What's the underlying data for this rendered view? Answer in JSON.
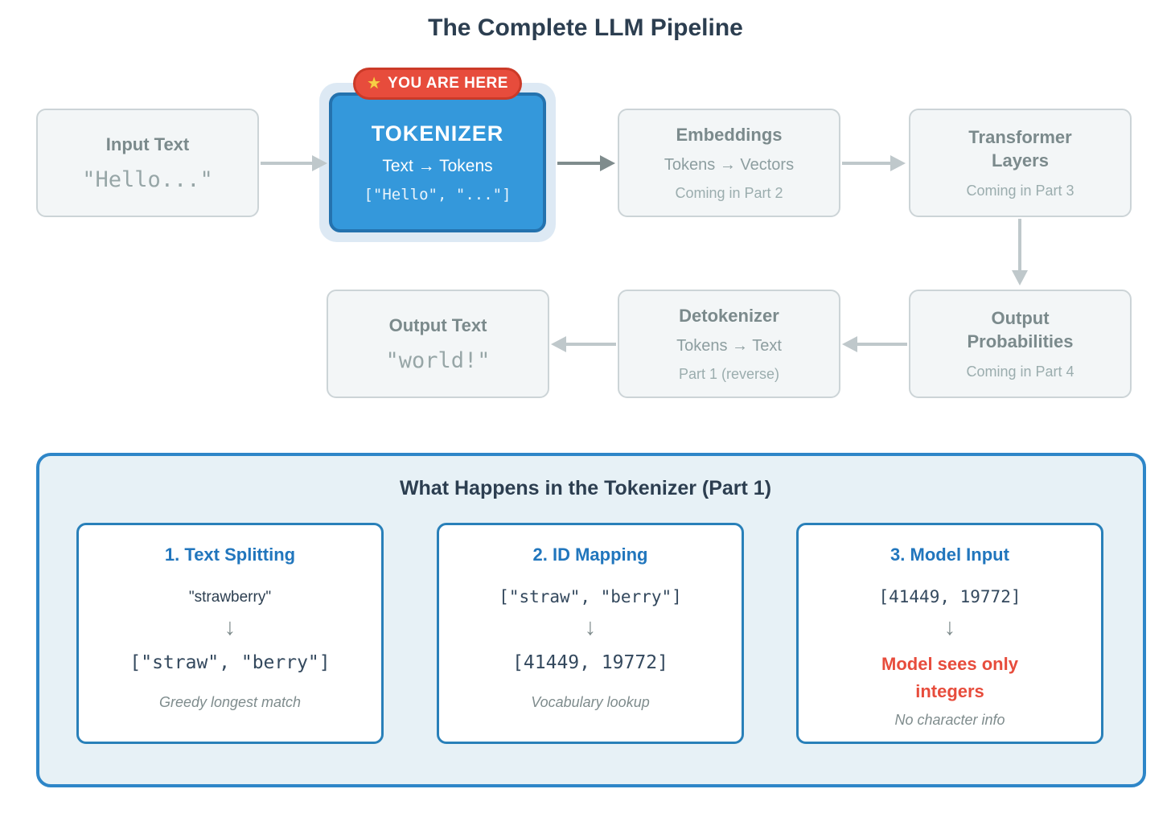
{
  "title": "The Complete LLM Pipeline",
  "glyphs": {
    "star": "★",
    "down_arrow": "↓"
  },
  "badge": {
    "label": "YOU ARE HERE"
  },
  "pipeline": {
    "input_text": {
      "title": "Input Text",
      "code": "\"Hello...\""
    },
    "tokenizer": {
      "title": "TOKENIZER",
      "subtitle": "Text → Tokens",
      "code": "[\"Hello\", \"...\"]"
    },
    "embeddings": {
      "title": "Embeddings",
      "subtitle": "Tokens → Vectors",
      "note": "Coming in Part 2"
    },
    "transformer_layers": {
      "title": "Transformer Layers",
      "note": "Coming in Part 3"
    },
    "output_probabilities": {
      "title": "Output Probabilities",
      "note": "Coming in Part 4"
    },
    "detokenizer": {
      "title": "Detokenizer",
      "subtitle": "Tokens → Text",
      "note": "Part 1 (reverse)"
    },
    "output_text": {
      "title": "Output Text",
      "code": "\"world!\""
    }
  },
  "tokenizer_panel": {
    "title": "What Happens in the Tokenizer (Part 1)",
    "steps": [
      {
        "title": "1. Text Splitting",
        "input": "\"strawberry\"",
        "output": "[\"straw\", \"berry\"]",
        "note": "Greedy longest match"
      },
      {
        "title": "2. ID Mapping",
        "input": "[\"straw\", \"berry\"]",
        "output": "[41449, 19772]",
        "note": "Vocabulary lookup"
      },
      {
        "title": "3. Model Input",
        "input": "[41449, 19772]",
        "output": "Model sees only integers",
        "note": "No character info"
      }
    ]
  },
  "colors": {
    "accent_blue": "#3498db",
    "panel_border_blue": "#2e86c8",
    "card_title_blue": "#2176bd",
    "badge_red": "#e74c3c",
    "warning_red": "#e74c3c",
    "title_navy": "#2c3e50",
    "box_gray_text": "#7b8a8c",
    "arrow_light_gray": "#bfc8cb",
    "arrow_dark_gray": "#7f8c8d"
  }
}
